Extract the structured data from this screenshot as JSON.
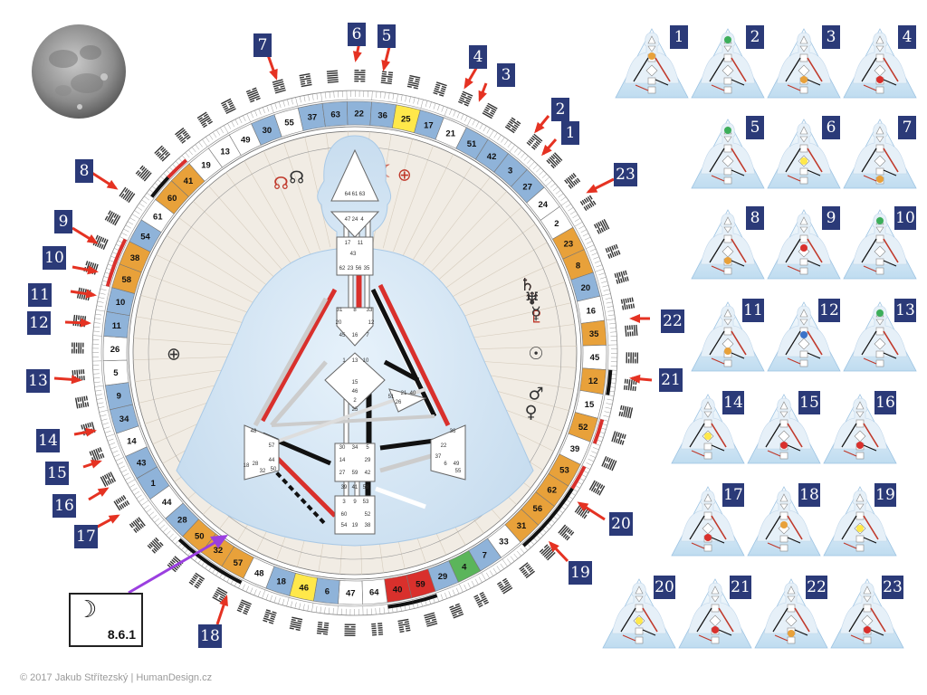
{
  "wheel": {
    "gates_ring": [
      {
        "gate": "41",
        "style": "orange",
        "mark": "red"
      },
      {
        "gate": "19",
        "style": "white"
      },
      {
        "gate": "13",
        "style": "white"
      },
      {
        "gate": "49",
        "style": "white"
      },
      {
        "gate": "30",
        "style": "blue"
      },
      {
        "gate": "55",
        "style": "white"
      },
      {
        "gate": "37",
        "style": "blue"
      },
      {
        "gate": "63",
        "style": "blue"
      },
      {
        "gate": "22",
        "style": "blue"
      },
      {
        "gate": "36",
        "style": "blue"
      },
      {
        "gate": "25",
        "style": "yellow"
      },
      {
        "gate": "17",
        "style": "blue"
      },
      {
        "gate": "21",
        "style": "white"
      },
      {
        "gate": "51",
        "style": "blue"
      },
      {
        "gate": "42",
        "style": "blue"
      },
      {
        "gate": "3",
        "style": "blue"
      },
      {
        "gate": "27",
        "style": "blue"
      },
      {
        "gate": "24",
        "style": "white"
      },
      {
        "gate": "2",
        "style": "white"
      },
      {
        "gate": "23",
        "style": "orange"
      },
      {
        "gate": "8",
        "style": "orange"
      },
      {
        "gate": "20",
        "style": "blue"
      },
      {
        "gate": "16",
        "style": "white"
      },
      {
        "gate": "35",
        "style": "orange"
      },
      {
        "gate": "45",
        "style": "white"
      },
      {
        "gate": "12",
        "style": "orange",
        "mark": "black"
      },
      {
        "gate": "15",
        "style": "white"
      },
      {
        "gate": "52",
        "style": "orange",
        "mark": "red"
      },
      {
        "gate": "39",
        "style": "white"
      },
      {
        "gate": "53",
        "style": "orange",
        "mark": "red"
      },
      {
        "gate": "62",
        "style": "orange",
        "mark": "black"
      },
      {
        "gate": "56",
        "style": "orange",
        "mark": "black"
      },
      {
        "gate": "31",
        "style": "orange",
        "mark": "black"
      },
      {
        "gate": "33",
        "style": "white"
      },
      {
        "gate": "7",
        "style": "blue"
      },
      {
        "gate": "4",
        "style": "green"
      },
      {
        "gate": "29",
        "style": "blue"
      },
      {
        "gate": "59",
        "style": "red",
        "mark": "black"
      },
      {
        "gate": "40",
        "style": "red",
        "mark": "black"
      },
      {
        "gate": "64",
        "style": "white"
      },
      {
        "gate": "47",
        "style": "white"
      },
      {
        "gate": "6",
        "style": "blue"
      },
      {
        "gate": "46",
        "style": "yellow"
      },
      {
        "gate": "18",
        "style": "blue"
      },
      {
        "gate": "48",
        "style": "white"
      },
      {
        "gate": "57",
        "style": "orange",
        "mark": "black"
      },
      {
        "gate": "32",
        "style": "orange",
        "mark": "black"
      },
      {
        "gate": "50",
        "style": "orange",
        "mark": "black"
      },
      {
        "gate": "28",
        "style": "blue"
      },
      {
        "gate": "44",
        "style": "white"
      },
      {
        "gate": "1",
        "style": "blue"
      },
      {
        "gate": "43",
        "style": "blue"
      },
      {
        "gate": "14",
        "style": "white"
      },
      {
        "gate": "34",
        "style": "blue"
      },
      {
        "gate": "9",
        "style": "blue"
      },
      {
        "gate": "5",
        "style": "white"
      },
      {
        "gate": "26",
        "style": "white"
      },
      {
        "gate": "11",
        "style": "blue"
      },
      {
        "gate": "10",
        "style": "blue"
      },
      {
        "gate": "58",
        "style": "orange",
        "mark": "red"
      },
      {
        "gate": "38",
        "style": "orange",
        "mark": "red"
      },
      {
        "gate": "54",
        "style": "blue"
      },
      {
        "gate": "61",
        "style": "white"
      },
      {
        "gate": "60",
        "style": "orange",
        "mark": "black"
      }
    ],
    "signs": [
      {
        "label": "♑",
        "color": "#333"
      },
      {
        "label": "♒",
        "color": "#333"
      },
      {
        "label": "♓",
        "color": "#333"
      },
      {
        "label": "♈",
        "color": "#333"
      },
      {
        "label": "♉",
        "color": "#333"
      },
      {
        "label": "♊",
        "color": "#333"
      },
      {
        "label": "♋",
        "color": "#333"
      },
      {
        "label": "♌",
        "color": "#333"
      },
      {
        "label": "♍",
        "color": "#333"
      },
      {
        "label": "♎",
        "color": "#333"
      },
      {
        "label": "♏",
        "color": "#333"
      },
      {
        "label": "♐",
        "color": "#333"
      }
    ],
    "planets": [
      {
        "label": "☾",
        "color": "#c0392b"
      },
      {
        "label": "⊕",
        "color": "#c0392b"
      },
      {
        "label": "☊",
        "color": "#c0392b"
      },
      {
        "label": "☊",
        "color": "#333"
      },
      {
        "label": "⊕",
        "color": "#333"
      },
      {
        "label": "♀",
        "color": "#c0392b"
      },
      {
        "label": "☾",
        "color": "#333"
      },
      {
        "label": "♃",
        "color": "#c0392b"
      },
      {
        "label": "♃",
        "color": "#333"
      },
      {
        "label": "♂",
        "color": "#c0392b"
      },
      {
        "label": "♀",
        "color": "#c0392b"
      },
      {
        "label": "☿",
        "color": "#333"
      },
      {
        "label": "☋",
        "color": "#333"
      },
      {
        "label": "☋",
        "color": "#c0392b"
      },
      {
        "label": "☿",
        "color": "#c0392b"
      },
      {
        "label": "☋",
        "color": "#c0392b"
      },
      {
        "label": "♀",
        "color": "#333"
      },
      {
        "label": "♂",
        "color": "#333"
      },
      {
        "label": "☉",
        "color": "#333"
      },
      {
        "label": "♄",
        "color": "#c0392b"
      },
      {
        "label": "♆",
        "color": "#c0392b"
      },
      {
        "label": "♅",
        "color": "#333"
      },
      {
        "label": "♄",
        "color": "#333"
      },
      {
        "label": "♆",
        "color": "#333"
      },
      {
        "label": "♇",
        "color": "#c0392b"
      },
      {
        "label": "☿",
        "color": "#333"
      }
    ]
  },
  "bodygraph_gate_labels": [
    "64",
    "61",
    "63",
    "47",
    "24",
    "4",
    "17",
    "11",
    "43",
    "62",
    "23",
    "56",
    "35",
    "31",
    "8",
    "33",
    "20",
    "12",
    "45",
    "16",
    "7",
    "1",
    "13",
    "10",
    "15",
    "46",
    "2",
    "25",
    "51",
    "21",
    "26",
    "40",
    "48",
    "57",
    "44",
    "50",
    "32",
    "28",
    "18",
    "36",
    "22",
    "37",
    "6",
    "49",
    "55",
    "30",
    "34",
    "5",
    "14",
    "29",
    "27",
    "59",
    "42",
    "3",
    "9",
    "53",
    "60",
    "52",
    "54",
    "19",
    "38",
    "39",
    "58",
    "41"
  ],
  "moon_box": {
    "symbol": "☽",
    "position": "8.6.1"
  },
  "callouts": [
    "1",
    "2",
    "3",
    "4",
    "5",
    "6",
    "7",
    "8",
    "9",
    "10",
    "11",
    "12",
    "13",
    "14",
    "15",
    "16",
    "17",
    "18",
    "19",
    "20",
    "21",
    "22",
    "23"
  ],
  "thumbnails": [
    "1",
    "2",
    "3",
    "4",
    "5",
    "6",
    "7",
    "8",
    "9",
    "10",
    "11",
    "12",
    "13",
    "14",
    "15",
    "16",
    "17",
    "18",
    "19",
    "20",
    "21",
    "22",
    "23"
  ],
  "copyright": "© 2017 Jakub Střítezský | HumanDesign.cz",
  "colors": {
    "blue": "#8fb3d9",
    "orange": "#e8a13a",
    "yellow": "#ffe84a",
    "green": "#5bb55b",
    "red": "#d9302c",
    "arrow": "#e53222",
    "pointer": "#9b3fe0",
    "label_bg": "#2b3a78"
  }
}
